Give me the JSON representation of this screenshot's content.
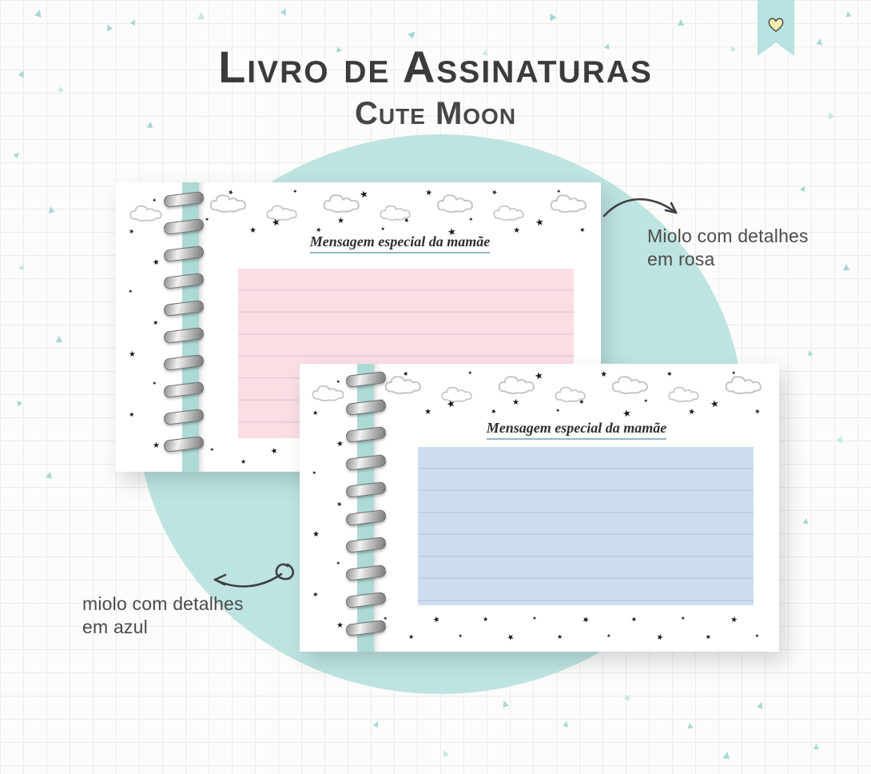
{
  "header": {
    "title": "Livro de Assinaturas",
    "subtitle": "Cute Moon"
  },
  "bookmark": {
    "name": "heart-bookmark"
  },
  "icons": {
    "star": "★"
  },
  "notebooks": [
    {
      "id": "rosa",
      "page_heading": "Mensagem especial da mamãe",
      "panel_color": "#fbdee4"
    },
    {
      "id": "azul",
      "page_heading": "Mensagem especial da mamãe",
      "panel_color": "#cdddf1"
    }
  ],
  "annotations": {
    "right": {
      "line1": "Miolo com detalhes",
      "line2": "em rosa"
    },
    "left": {
      "line1": "miolo com detalhes",
      "line2": "em azul"
    }
  },
  "colors": {
    "mint_circle": "#bee4e1",
    "triangle": "#a6d8d4",
    "spine": "#aedad6",
    "heart_fill": "#f6edae",
    "pink_panel": "#fbdee4",
    "blue_panel": "#cdddf1",
    "text": "#3f3f3f"
  }
}
